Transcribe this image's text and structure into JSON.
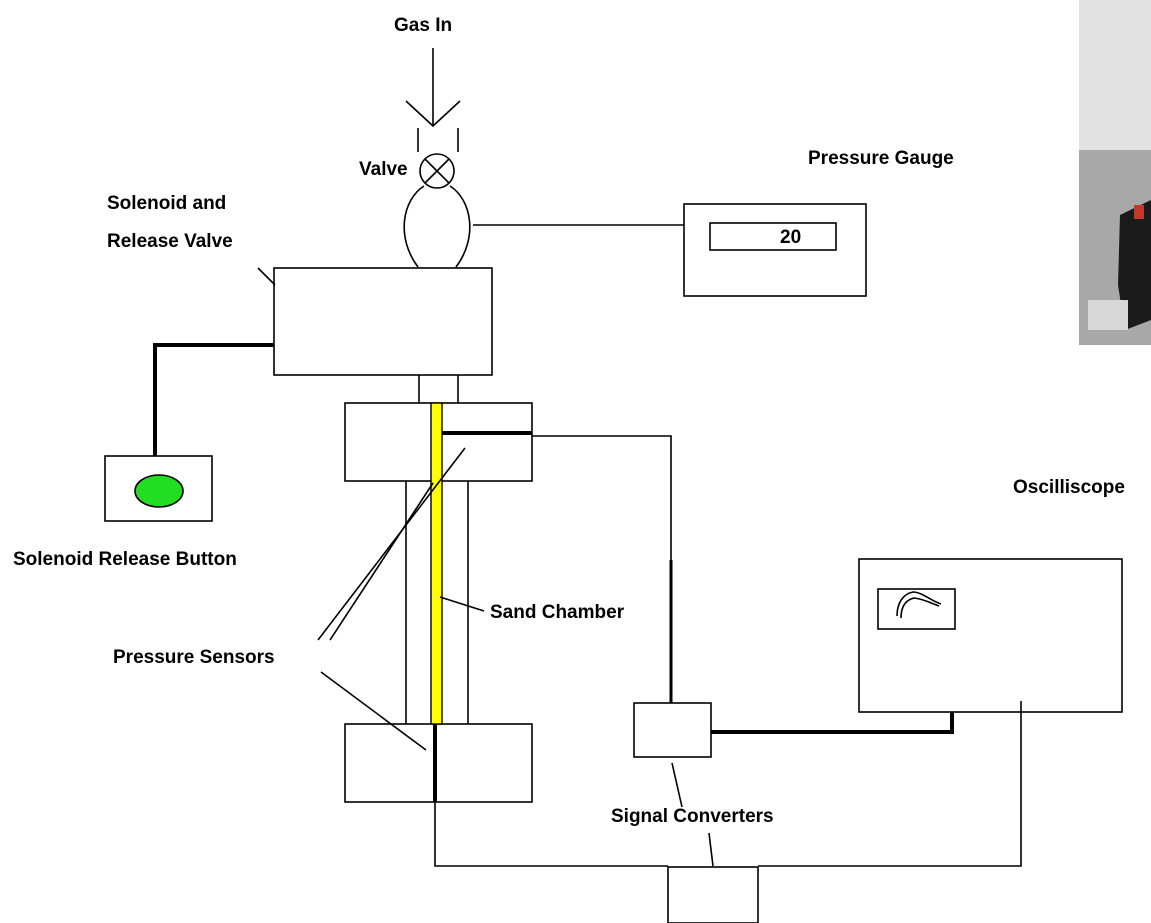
{
  "labels": {
    "gas_in": "Gas In",
    "valve": "Valve",
    "pressure_gauge": "Pressure Gauge",
    "solenoid_line1": "Solenoid and",
    "solenoid_line2": "Release Valve",
    "oscilloscope": "Oscilliscope",
    "solenoid_release_button": "Solenoid Release Button",
    "sand_chamber": "Sand Chamber",
    "pressure_sensors": "Pressure Sensors",
    "signal_converters": "Signal Converters"
  },
  "gauge_reading": "20",
  "colors": {
    "button": "#22dd22",
    "sand": "#ffff00",
    "photo_dark": "#1a1a1a"
  }
}
